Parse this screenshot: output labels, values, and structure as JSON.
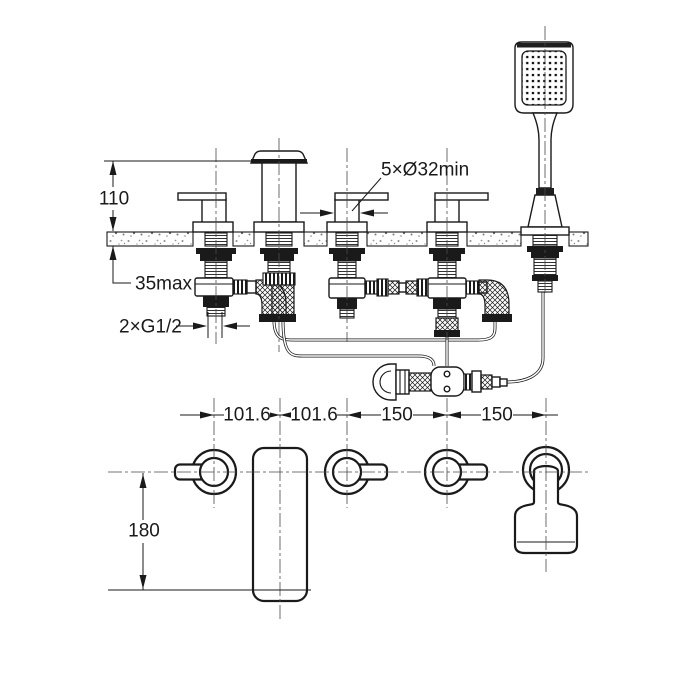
{
  "drawing": {
    "type": "bath-shower-mixer-installation-diagram",
    "colors": {
      "line": "#1a1a1a",
      "background": "#ffffff",
      "deck_speckle": "#8a8a8a"
    },
    "labels": {
      "height_above_deck": "110",
      "deck_thickness_max": "35max",
      "inlet_thread_spec": "2×G1/2",
      "hole_spec": "5×Ø32min",
      "spacing_101_a": "101.6",
      "spacing_101_b": "101.6",
      "spacing_150_a": "150",
      "spacing_150_b": "150",
      "spout_reach": "180"
    }
  }
}
